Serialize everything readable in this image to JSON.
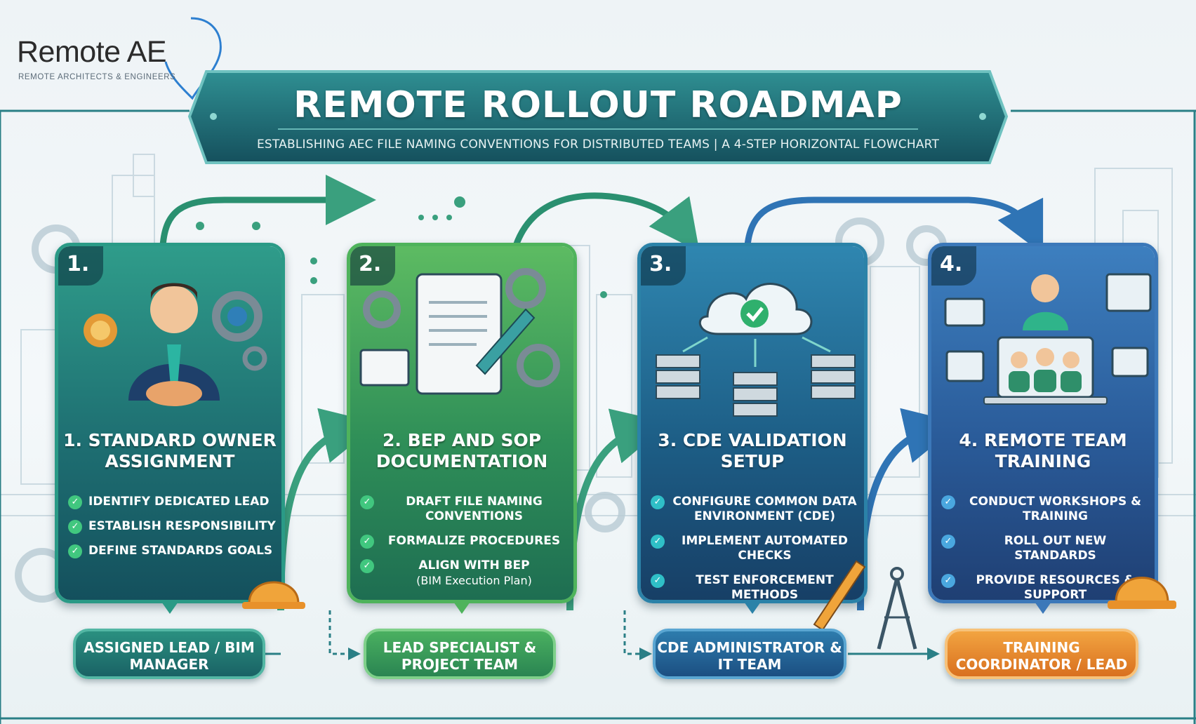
{
  "logo": {
    "name": "Remote AE",
    "tagline": "REMOTE ARCHITECTS & ENGINEERS"
  },
  "banner": {
    "title": "REMOTE ROLLOUT ROADMAP",
    "subtitle": "ESTABLISHING AEC FILE NAMING CONVENTIONS FOR DISTRIBUTED TEAMS | A 4-STEP HORIZONTAL FLOWCHART"
  },
  "steps": [
    {
      "number": "1.",
      "title": "1. STANDARD OWNER ASSIGNMENT",
      "checks": [
        "IDENTIFY DEDICATED LEAD",
        "ESTABLISH RESPONSIBILITY",
        "DEFINE STANDARDS GOALS"
      ],
      "role": "ASSIGNED LEAD / BIM MANAGER"
    },
    {
      "number": "2.",
      "title": "2. BEP AND SOP DOCUMENTATION",
      "checks": [
        "DRAFT FILE NAMING CONVENTIONS",
        "FORMALIZE PROCEDURES",
        "ALIGN WITH BEP"
      ],
      "check_note": "(BIM Execution Plan)",
      "role": "LEAD SPECIALIST & PROJECT TEAM"
    },
    {
      "number": "3.",
      "title": "3. CDE VALIDATION SETUP",
      "checks": [
        "CONFIGURE COMMON DATA ENVIRONMENT (CDE)",
        "IMPLEMENT AUTOMATED CHECKS",
        "TEST ENFORCEMENT METHODS"
      ],
      "role": "CDE ADMINISTRATOR & IT TEAM"
    },
    {
      "number": "4.",
      "title": "4. REMOTE TEAM TRAINING",
      "checks": [
        "CONDUCT WORKSHOPS & TRAINING",
        "ROLL OUT NEW STANDARDS",
        "PROVIDE RESOURCES & SUPPORT"
      ],
      "role": "TRAINING COORDINATOR / LEAD"
    }
  ],
  "colors": {
    "step1": "#1e6f72",
    "step2": "#2f8f58",
    "step3": "#1d5e86",
    "step4": "#2a5b99",
    "role4_accent": "#e7852e"
  }
}
